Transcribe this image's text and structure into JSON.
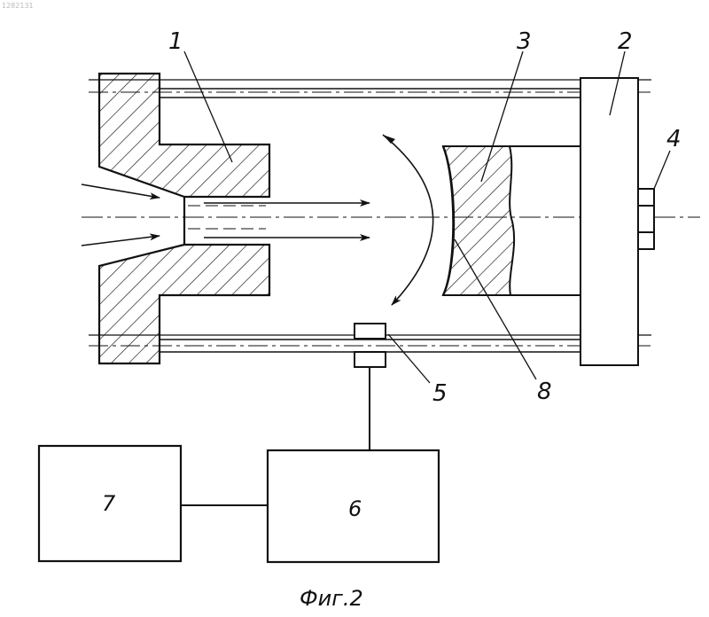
{
  "corner_text": "1282131",
  "labels": {
    "l1": "1",
    "l2": "2",
    "l3": "3",
    "l4": "4",
    "l5": "5",
    "l6": "6",
    "l7": "7",
    "l8": "8"
  },
  "caption": "Фиг.2",
  "colors": {
    "ink": "#111111",
    "paper": "#ffffff"
  }
}
